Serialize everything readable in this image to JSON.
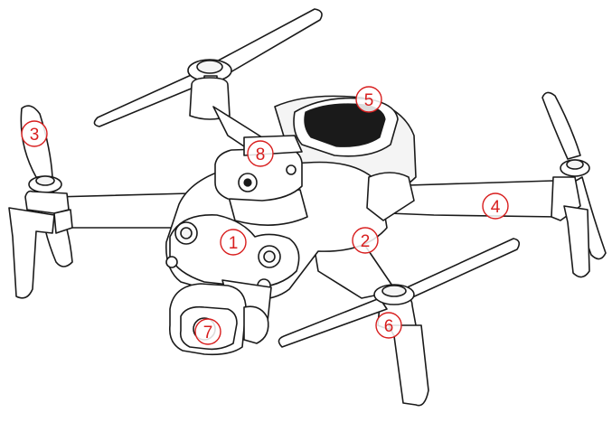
{
  "diagram": {
    "callouts": [
      {
        "id": "1",
        "label": "1"
      },
      {
        "id": "2",
        "label": "2"
      },
      {
        "id": "3",
        "label": "3"
      },
      {
        "id": "4",
        "label": "4"
      },
      {
        "id": "5",
        "label": "5"
      },
      {
        "id": "6",
        "label": "6"
      },
      {
        "id": "7",
        "label": "7"
      },
      {
        "id": "8",
        "label": "8"
      }
    ],
    "colors": {
      "callout": "#d81e1e",
      "line": "#1a1a1a",
      "background": "#ffffff"
    }
  }
}
